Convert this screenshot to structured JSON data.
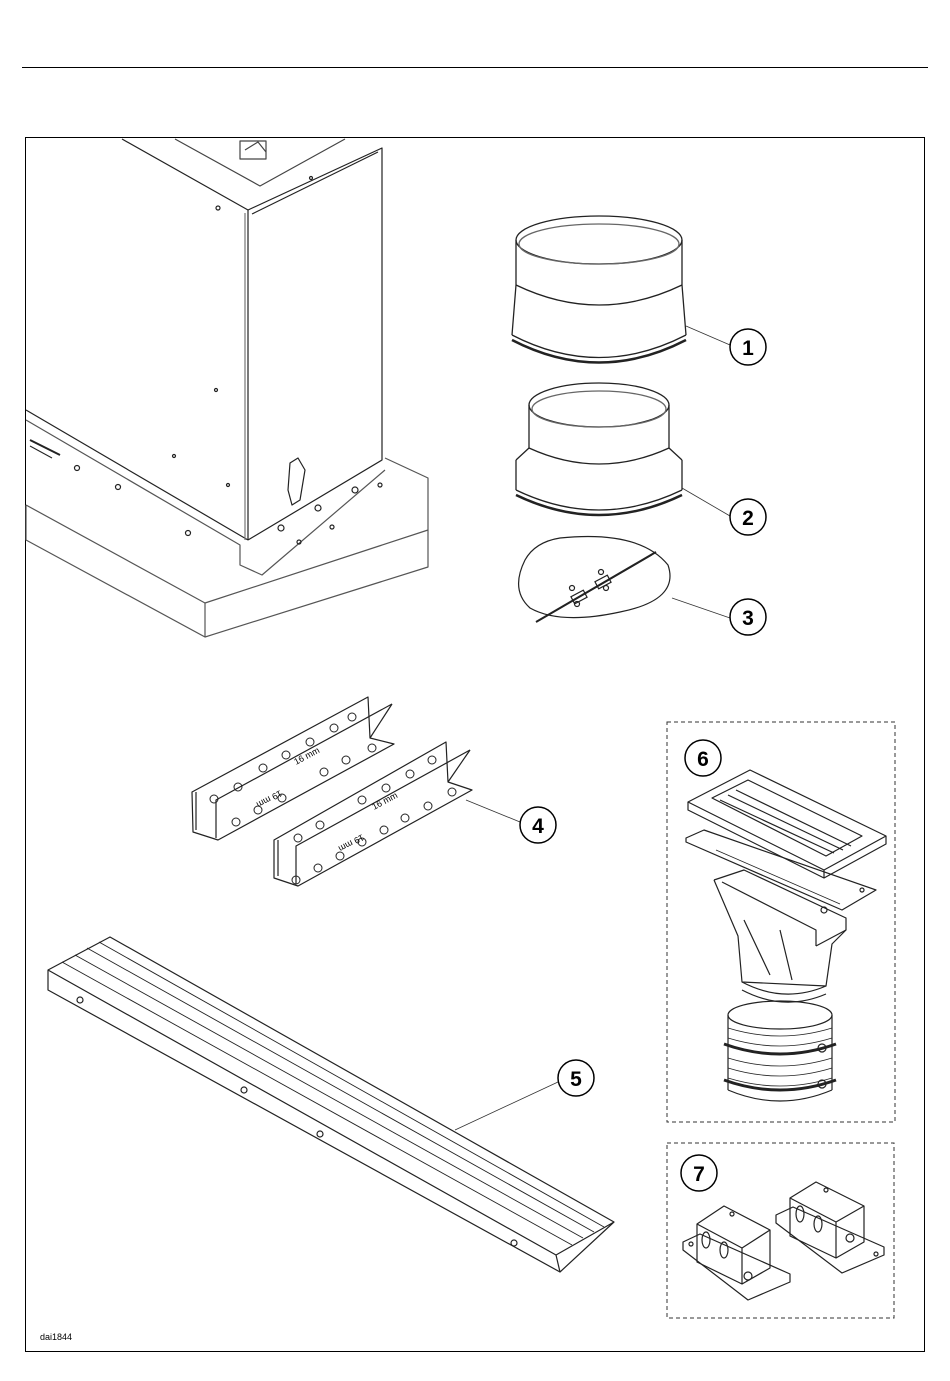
{
  "figure": {
    "reference_code": "dai1844",
    "callouts": [
      "1",
      "2",
      "3",
      "4",
      "5",
      "6",
      "7"
    ],
    "bracket_labels": [
      "16 mm",
      "19 mm",
      "16 mm",
      "19 mm"
    ]
  }
}
